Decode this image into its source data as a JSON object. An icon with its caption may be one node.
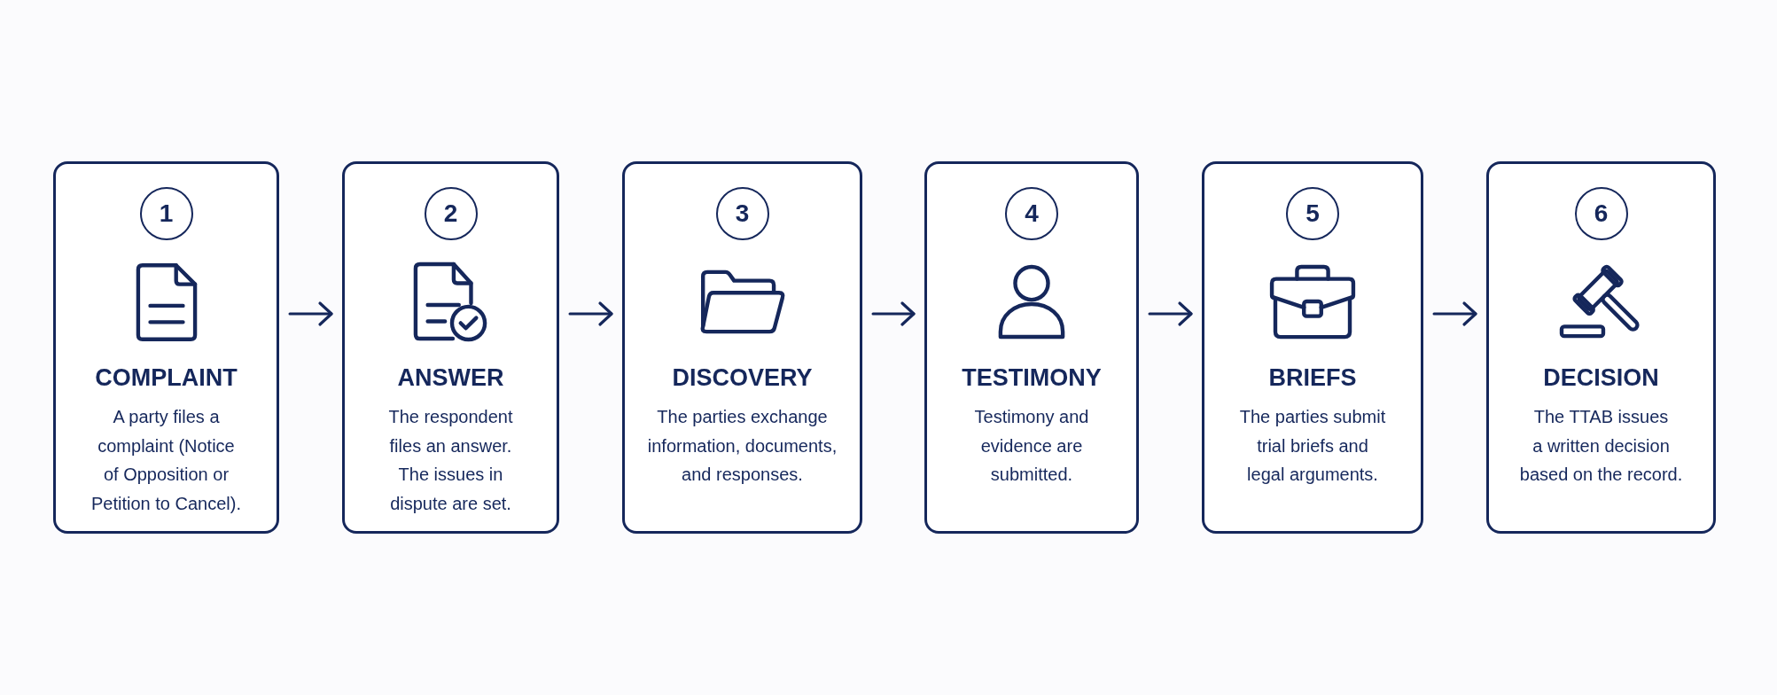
{
  "diagram": {
    "nodes": [
      {
        "text": [
          "COMPLAINT",
          "A party files a complaint (Notice of Opposition or Petition to Cancel)."
        ]
      },
      {
        "text": [
          "1"
        ],
        "in": 0
      },
      {
        "text": [
          "ANSWER",
          "The respondent files an answer. The issues in dispute are set."
        ]
      },
      {
        "text": [
          "2"
        ],
        "in": 2
      },
      {
        "text": [
          "DISCOVERY",
          "The parties exchange information, documents, and responses."
        ]
      },
      {
        "text": [
          "3"
        ],
        "in": 4
      },
      {
        "text": [
          "TESTIMONY",
          "Testimony and evidence are submitted."
        ]
      },
      {
        "text": [
          "4"
        ],
        "in": 6
      },
      {
        "text": [
          "BRIEFS",
          "The parties submit trial briefs and legal arguments."
        ]
      },
      {
        "text": [
          "5"
        ],
        "in": 8
      },
      {
        "text": [
          "DECISION",
          "The TTAB issues a written decision based on the record."
        ]
      },
      {
        "text": [
          "6"
        ],
        "in": 10
      }
    ],
    "edges": [
      {
        "from": 0,
        "to": 2,
        "arrow": "to"
      },
      {
        "from": 2,
        "to": 4,
        "arrow": "to"
      },
      {
        "from": 4,
        "to": 6,
        "arrow": "to"
      },
      {
        "from": 6,
        "to": 8,
        "arrow": "to"
      },
      {
        "from": 8,
        "to": 10,
        "arrow": "to"
      }
    ]
  }
}
